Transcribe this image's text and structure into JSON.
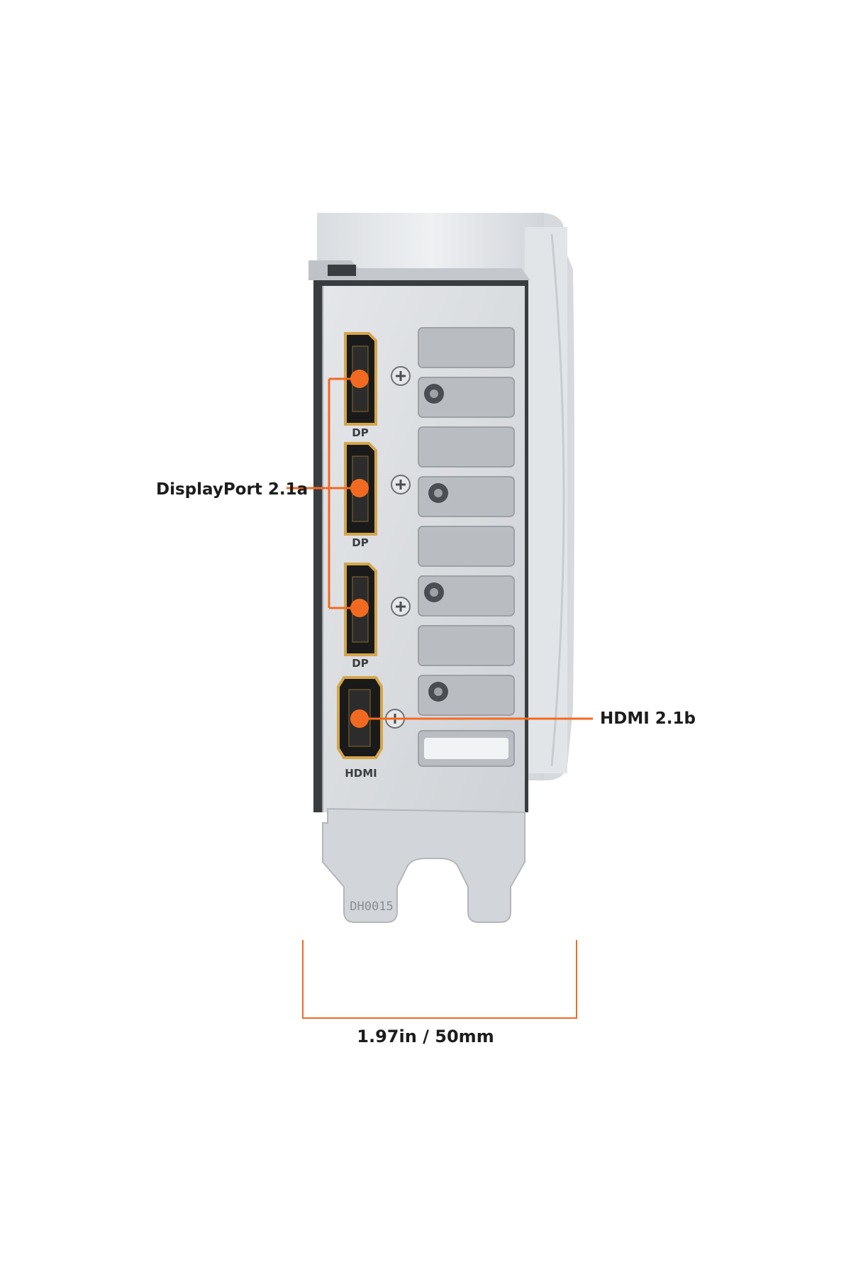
{
  "callouts": {
    "displayport": "DisplayPort 2.1a",
    "hdmi": "HDMI 2.1b",
    "dimension": "1.97in / 50mm"
  },
  "port_labels": {
    "dp": "DP",
    "hdmi": "HDMI"
  },
  "bracket_marking": "DH0015",
  "ports": [
    {
      "type": "DisplayPort"
    },
    {
      "type": "DisplayPort"
    },
    {
      "type": "DisplayPort"
    },
    {
      "type": "HDMI"
    }
  ],
  "colors": {
    "accent": "#f26a21",
    "gold": "#d4a64a",
    "bracket": "#dcdee2",
    "shroud": "#e9ebee",
    "label_text": "#1c1c1c"
  }
}
